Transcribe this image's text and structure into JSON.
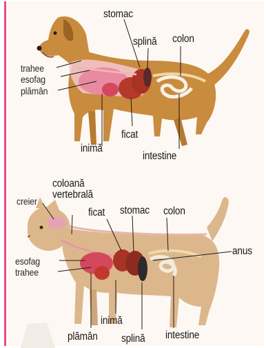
{
  "dog": {
    "labels": {
      "stomac": "stomac",
      "splina": "splină",
      "colon": "colon",
      "trahee": "trahee",
      "esofag": "esofag",
      "plaman": "plămân",
      "inima": "inimă",
      "ficat": "ficat",
      "intestine": "intestine"
    }
  },
  "cat": {
    "labels": {
      "coloana_line1": "coloană",
      "coloana_line2": "vertebrală",
      "creier": "creier",
      "ficat": "ficat",
      "stomac": "stomac",
      "colon": "colon",
      "anus": "anus",
      "esofag": "esofag",
      "trahee": "trahee",
      "inima": "inimă",
      "plaman": "plămân",
      "splina": "splină",
      "intestine": "intestine"
    }
  },
  "colors": {
    "accent_border": "#e94b8a",
    "dog_fur": "#c98b3d",
    "cat_fur": "#ddb78c",
    "organ_red": "#c0392b",
    "organ_pink": "#e88aa0",
    "organ_dark": "#3a2a2a"
  }
}
